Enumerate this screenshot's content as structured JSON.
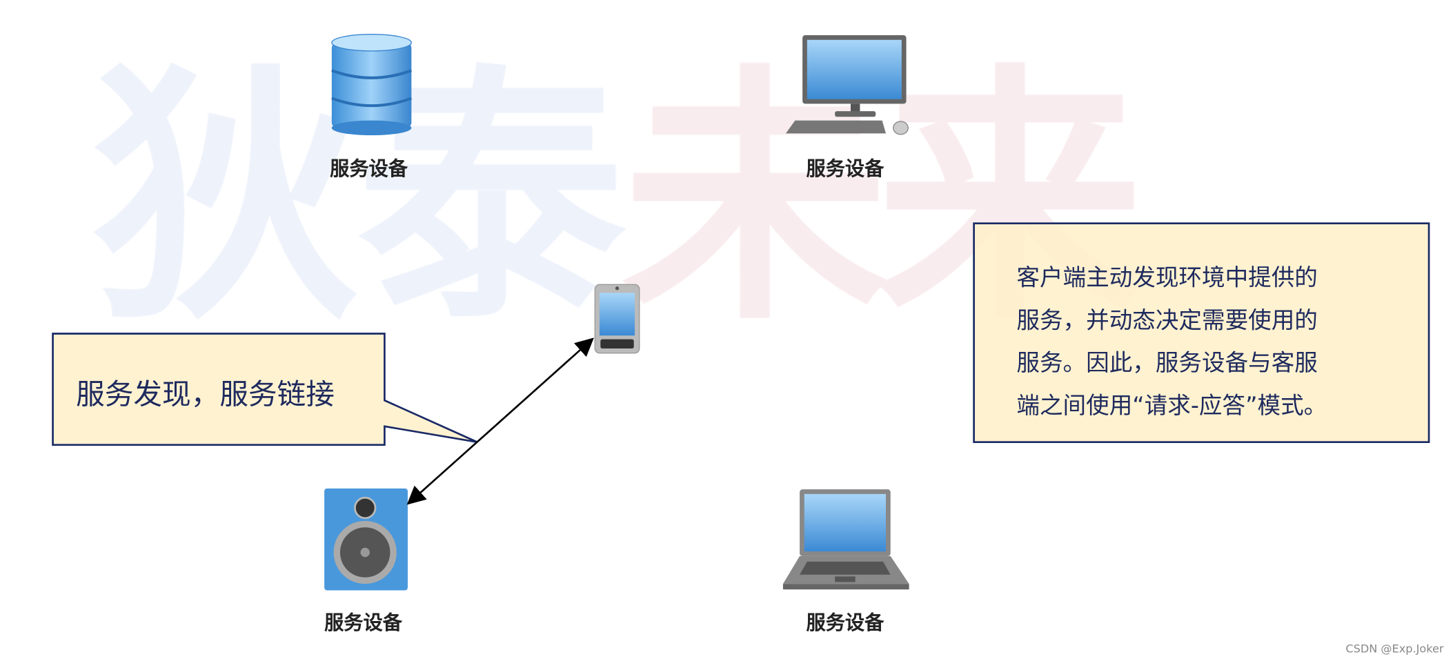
{
  "watermark": {
    "chars": [
      "狄",
      "泰",
      "未",
      "来"
    ],
    "color_a": "#e8eef9",
    "color_b": "#f8e8ec"
  },
  "devices": [
    {
      "icon": "database-icon",
      "label": "服务设备"
    },
    {
      "icon": "desktop-computer-icon",
      "label": "服务设备"
    },
    {
      "icon": "speaker-icon",
      "label": "服务设备"
    },
    {
      "icon": "laptop-icon",
      "label": "服务设备"
    }
  ],
  "client": {
    "icon": "smartphone-icon"
  },
  "callout_left": {
    "text": "服务发现，服务链接"
  },
  "note_right": {
    "lines": [
      "客户端主动发现环境中提供的",
      "服务，并动态决定需要使用的",
      "服务。因此，服务设备与客服",
      "端之间使用“请求-应答”模式。"
    ]
  },
  "colors": {
    "note_fill": "#fff1cc",
    "note_border": "#1a2a66",
    "text": "#1e2a5e"
  },
  "credit": "CSDN @Exp.Joker"
}
